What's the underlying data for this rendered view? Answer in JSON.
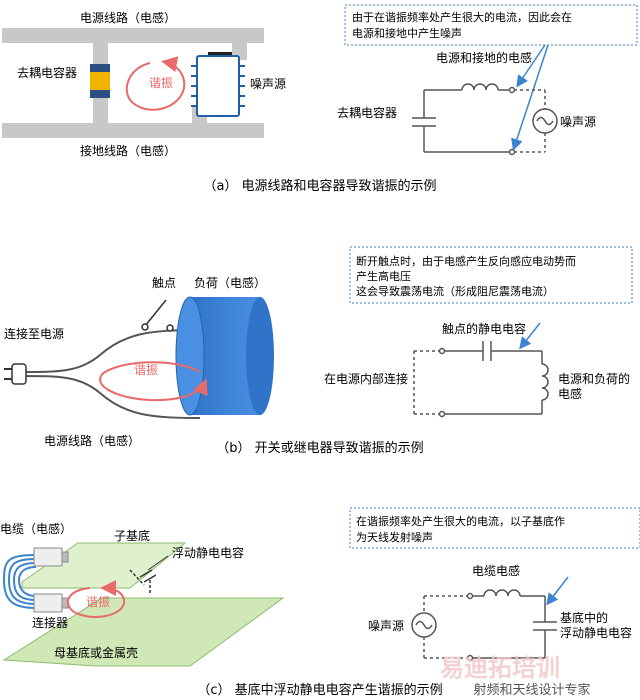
{
  "panel_a": {
    "power_line_label": "电源线路（电感）",
    "decoupling_cap_label": "去耦电容器",
    "resonance_label": "谐振",
    "noise_source_label": "噪声源",
    "ground_line_label": "接地线路（电感）",
    "callout_line1": "由于在谐振频率处产生很大的电流，因此会在",
    "callout_line2": "电源和接地中产生噪声",
    "inductance_label": "电源和接地的电感",
    "circuit_cap_label": "去耦电容器",
    "circuit_noise_label": "噪声源",
    "caption": "（a） 电源线路和电容器导致谐振的示例"
  },
  "panel_b": {
    "contact_label": "触点",
    "load_label": "负荷（电感）",
    "connect_power_label": "连接至电源",
    "resonance_label": "谐振",
    "power_line_label": "电源线路（电感）",
    "callout_line1": "断开触点时，由于电感产生反向感应电动势而",
    "callout_line2": "产生高电压",
    "callout_line3": "这会导致震荡电流（形成阻尼震荡电流）",
    "contact_cap_label": "触点的静电电容",
    "internal_conn_label": "在电源内部连接",
    "load_ind_line1": "电源和负荷的",
    "load_ind_line2": "电感",
    "caption": "（b） 开关或继电器导致谐振的示例"
  },
  "panel_c": {
    "cable_label": "电缆（电感）",
    "sub_board_label": "子基底",
    "floating_cap_label": "浮动静电电容",
    "resonance_label": "谐振",
    "connector_label": "连接器",
    "main_board_label": "母基底或金属壳",
    "callout_line1": "在谐振频率处产生很大的电流，以子基底作",
    "callout_line2": "为天线发射噪声",
    "cable_ind_label": "电缆电感",
    "noise_source_label": "噪声源",
    "sub_cap_line1": "基底中的",
    "sub_cap_line2": "浮动静电电容",
    "caption": "（c） 基底中浮动静电电容产生谐振的示例",
    "watermark_left": "射频和天线设计专家",
    "watermark_right": "易迪拓培训"
  }
}
